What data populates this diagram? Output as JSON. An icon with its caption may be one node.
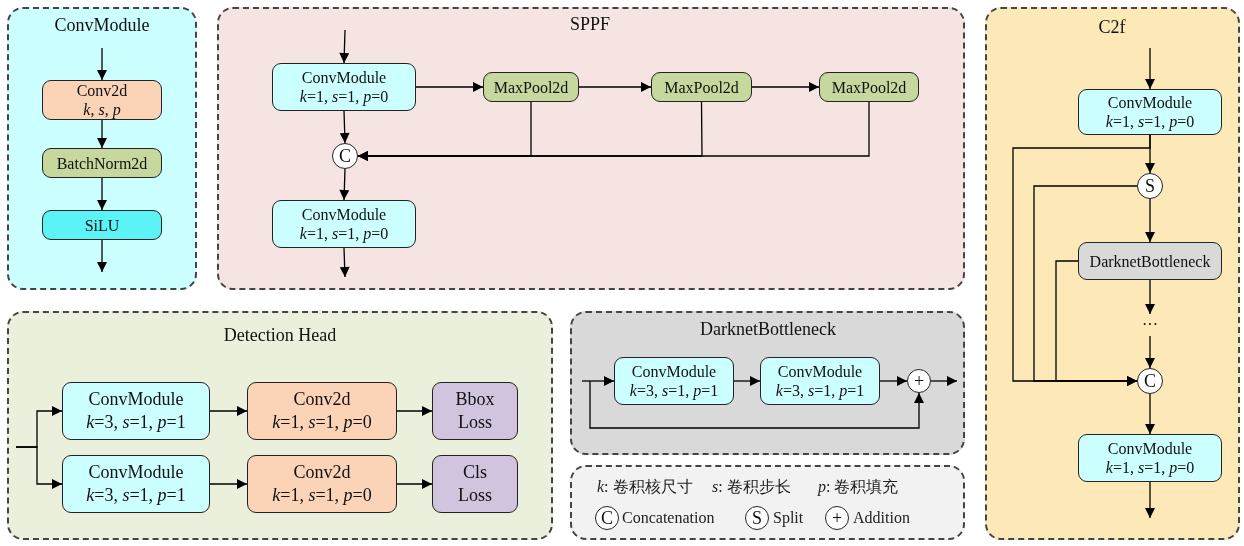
{
  "diagram": {
    "nodes": [
      {
        "text": [
          "ConvModule"
        ]
      },
      {
        "text": [
          "Conv2d",
          "*k*, *s*, *p*"
        ],
        "in": 0
      },
      {
        "text": [
          "BatchNorm2d"
        ],
        "in": 0
      },
      {
        "text": [
          "SiLU"
        ],
        "in": 0
      },
      {
        "text": [
          "SPPF"
        ]
      },
      {
        "text": [
          "ConvModule",
          "*k*=1, *s*=1, *p*=0"
        ],
        "in": 4
      },
      {
        "text": [
          "MaxPool2d"
        ],
        "in": 4
      },
      {
        "text": [
          "MaxPool2d"
        ],
        "in": 4
      },
      {
        "text": [
          "MaxPool2d"
        ],
        "in": 4
      },
      {
        "text": [
          "C"
        ],
        "in": 4
      },
      {
        "text": [
          "ConvModule",
          "*k*=1, *s*=1, *p*=0"
        ],
        "in": 4
      },
      {
        "text": [
          "C2f"
        ]
      },
      {
        "text": [
          "ConvModule",
          "*k*=1, *s*=1, *p*=0"
        ],
        "in": 11
      },
      {
        "text": [
          "S"
        ],
        "in": 11
      },
      {
        "text": [
          "DarknetBottleneck"
        ],
        "in": 11
      },
      {
        "text": [
          "···"
        ],
        "in": 11
      },
      {
        "text": [
          "C"
        ],
        "in": 11
      },
      {
        "text": [
          "ConvModule",
          "*k*=1, *s*=1, *p*=0"
        ],
        "in": 11
      },
      {
        "text": [
          "Detection Head"
        ]
      },
      {
        "text": [
          "ConvModule",
          "*k*=3, *s*=1, *p*=1"
        ],
        "in": 18
      },
      {
        "text": [
          "Conv2d",
          "*k*=1, *s*=1, *p*=0"
        ],
        "in": 18
      },
      {
        "text": [
          "Bbox Loss"
        ],
        "in": 18
      },
      {
        "text": [
          "ConvModule",
          "*k*=3, *s*=1, *p*=1"
        ],
        "in": 18
      },
      {
        "text": [
          "Conv2d",
          "*k*=1, *s*=1, *p*=0"
        ],
        "in": 18
      },
      {
        "text": [
          "Cls Loss"
        ],
        "in": 18
      },
      {
        "text": [
          "DarknetBottleneck"
        ]
      },
      {
        "text": [
          "ConvModule",
          "*k*=3, *s*=1, *p*=1"
        ],
        "in": 25
      },
      {
        "text": [
          "ConvModule",
          "*k*=3, *s*=1, *p*=1"
        ],
        "in": 25
      },
      {
        "text": [
          "+"
        ],
        "in": 25
      },
      {
        "text": [
          "*k*: 卷积核尺寸",
          "*s*: 卷积步长",
          "*p*: 卷积填充",
          "Concatenation",
          "Split",
          "Addition"
        ]
      },
      {
        "text": [
          "C"
        ],
        "in": 29
      },
      {
        "text": [
          "S"
        ],
        "in": 29
      },
      {
        "text": [
          "+"
        ],
        "in": 29
      }
    ],
    "edges": [
      {
        "from": null,
        "to": 1,
        "arrow": "to"
      },
      {
        "from": 1,
        "to": 2,
        "arrow": "to"
      },
      {
        "from": 2,
        "to": 3,
        "arrow": "to"
      },
      {
        "from": 3,
        "to": null,
        "arrow": "to"
      },
      {
        "from": null,
        "to": 5,
        "arrow": "to"
      },
      {
        "from": 5,
        "to": 6,
        "arrow": "to"
      },
      {
        "from": 6,
        "to": 7,
        "arrow": "to"
      },
      {
        "from": 7,
        "to": 8,
        "arrow": "to"
      },
      {
        "from": 5,
        "to": 9,
        "arrow": "to"
      },
      {
        "from": 6,
        "to": 9,
        "arrow": "to"
      },
      {
        "from": 7,
        "to": 9,
        "arrow": "to"
      },
      {
        "from": 8,
        "to": 9,
        "arrow": "to"
      },
      {
        "from": 9,
        "to": 10,
        "arrow": "to"
      },
      {
        "from": 10,
        "to": null,
        "arrow": "to"
      },
      {
        "from": null,
        "to": 12,
        "arrow": "to"
      },
      {
        "from": 12,
        "to": 13,
        "arrow": "to"
      },
      {
        "from": 12,
        "to": 16,
        "arrow": "to"
      },
      {
        "from": 13,
        "to": 14,
        "arrow": "to"
      },
      {
        "from": 13,
        "to": 16,
        "arrow": "to"
      },
      {
        "from": 14,
        "to": 16,
        "arrow": "to"
      },
      {
        "from": 14,
        "to": 15,
        "arrow": "to"
      },
      {
        "from": 15,
        "to": 16,
        "arrow": "to"
      },
      {
        "from": 16,
        "to": 17,
        "arrow": "to"
      },
      {
        "from": 17,
        "to": null,
        "arrow": "to"
      },
      {
        "from": null,
        "to": 19,
        "arrow": "to"
      },
      {
        "from": null,
        "to": 22,
        "arrow": "to"
      },
      {
        "from": 19,
        "to": 20,
        "arrow": "to"
      },
      {
        "from": 20,
        "to": 21,
        "arrow": "to"
      },
      {
        "from": 22,
        "to": 23,
        "arrow": "to"
      },
      {
        "from": 23,
        "to": 24,
        "arrow": "to"
      },
      {
        "from": null,
        "to": 26,
        "arrow": "to"
      },
      {
        "from": null,
        "to": 28,
        "arrow": "to"
      },
      {
        "from": 26,
        "to": 27,
        "arrow": "to"
      },
      {
        "from": 27,
        "to": 28,
        "arrow": "to"
      },
      {
        "from": 28,
        "to": null,
        "arrow": "to"
      }
    ]
  }
}
